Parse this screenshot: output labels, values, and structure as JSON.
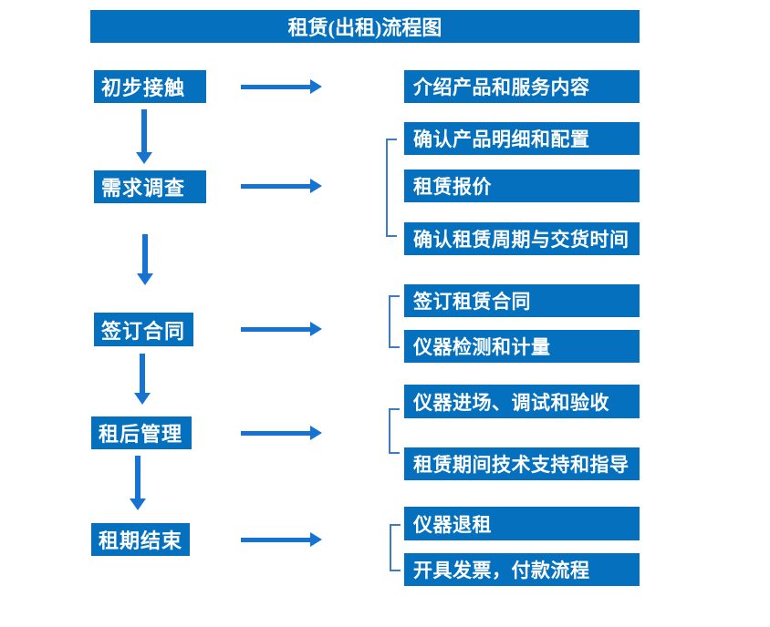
{
  "title": "租赁(出租)流程图",
  "colors": {
    "box_blue": "#0571BE",
    "arrow_blue": "#1673D2",
    "bracket_blue": "#3E7CC0",
    "text_white": "#FFFFFF"
  },
  "steps": [
    {
      "label": "初步接触",
      "details": [
        "介绍产品和服务内容"
      ]
    },
    {
      "label": "需求调查",
      "details": [
        "确认产品明细和配置",
        "租赁报价",
        "确认租赁周期与交货时间"
      ]
    },
    {
      "label": "签订合同",
      "details": [
        "签订租赁合同",
        "仪器检测和计量"
      ]
    },
    {
      "label": "租后管理",
      "details": [
        "仪器进场、调试和验收",
        "租赁期间技术支持和指导"
      ]
    },
    {
      "label": "租期结束",
      "details": [
        "仪器退租",
        "开具发票，付款流程"
      ]
    }
  ]
}
